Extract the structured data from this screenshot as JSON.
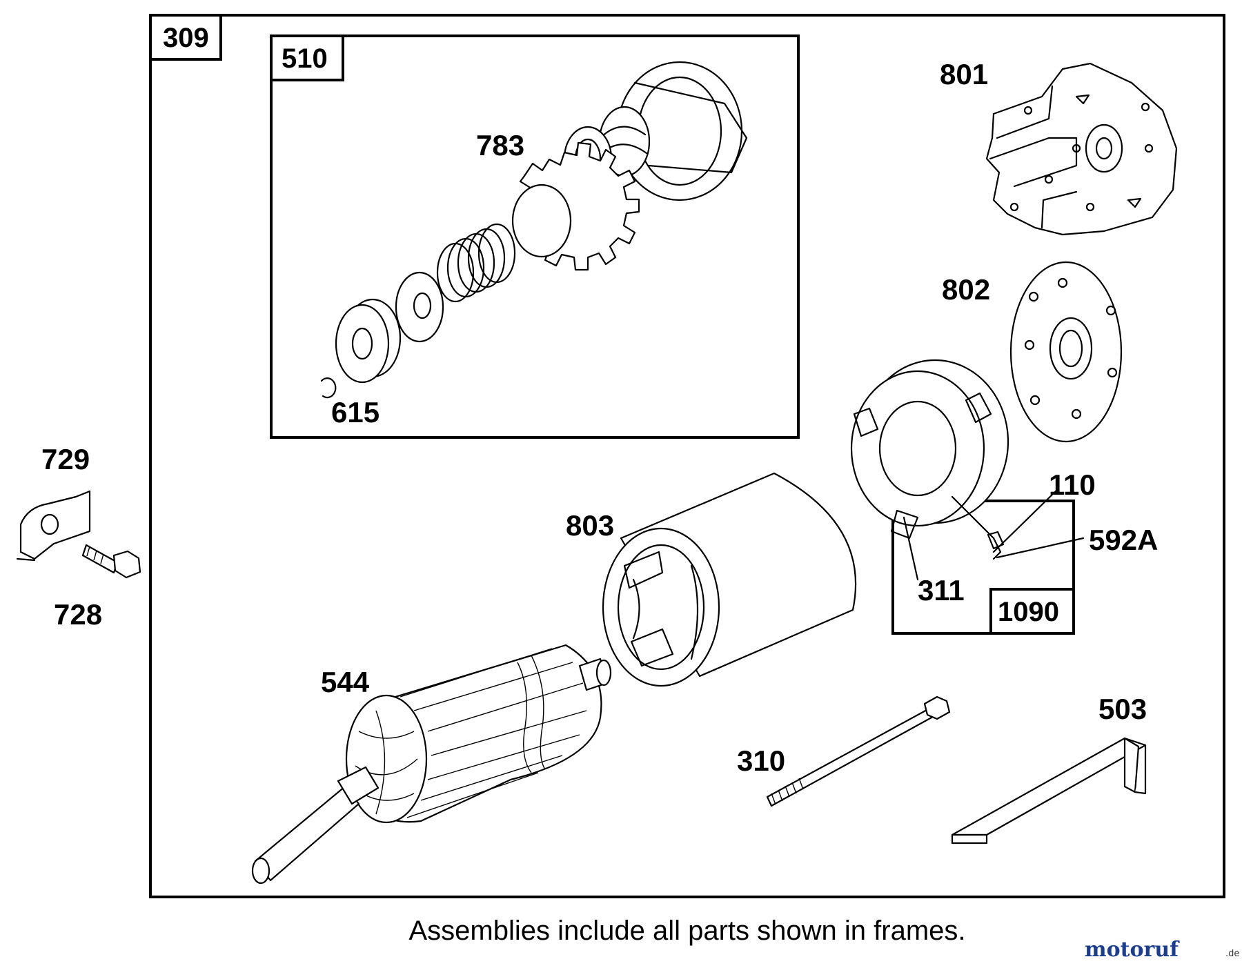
{
  "frames": {
    "outer": "309",
    "drive": "510",
    "brush": "1090"
  },
  "callouts": {
    "p801": "801",
    "p783": "783",
    "p802": "802",
    "p615": "615",
    "p729": "729",
    "p110": "110",
    "p803": "803",
    "p592a": "592A",
    "p728": "728",
    "p311": "311",
    "p544": "544",
    "p503": "503",
    "p310": "310"
  },
  "caption": "Assemblies include all parts shown in frames.",
  "watermark": {
    "text": "motoruf",
    "suffix": ".de",
    "colors": [
      "#1a3d8f",
      "#c0392b"
    ]
  }
}
